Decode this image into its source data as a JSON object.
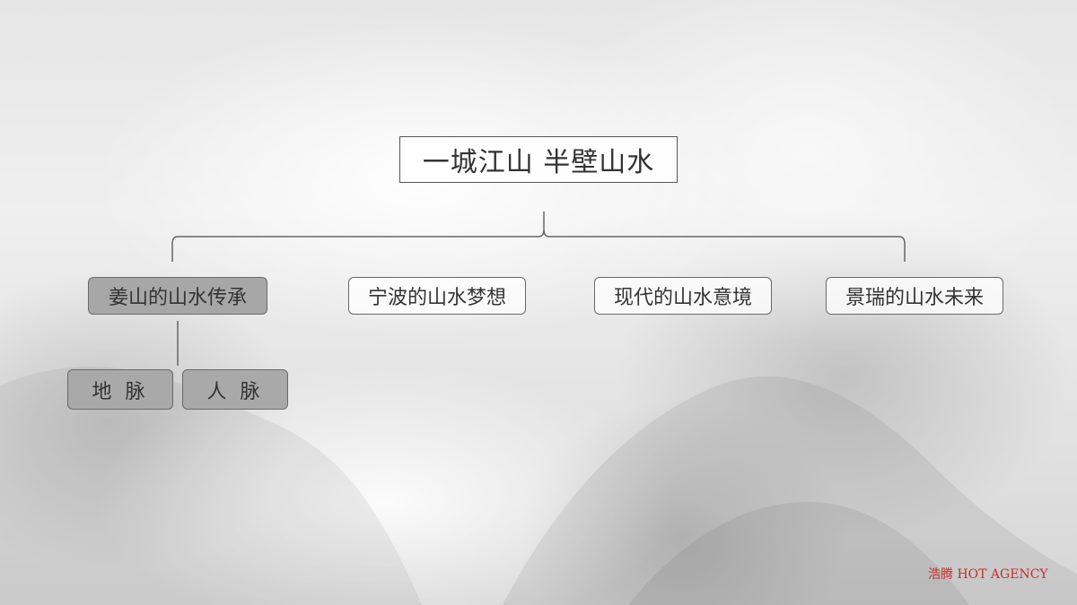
{
  "title": "一城江山 半壁山水",
  "branches": [
    {
      "label": "姜山的山水传承",
      "active": true
    },
    {
      "label": "宁波的山水梦想",
      "active": false
    },
    {
      "label": "现代的山水意境",
      "active": false
    },
    {
      "label": "景瑞的山水未来",
      "active": false
    }
  ],
  "sub_branches": [
    "地 脉",
    "人 脉"
  ],
  "brand": "浩腾 HOT AGENCY",
  "colors": {
    "line": "#666666",
    "active_fill": "#a7a7a7",
    "brand": "#c4302b"
  }
}
